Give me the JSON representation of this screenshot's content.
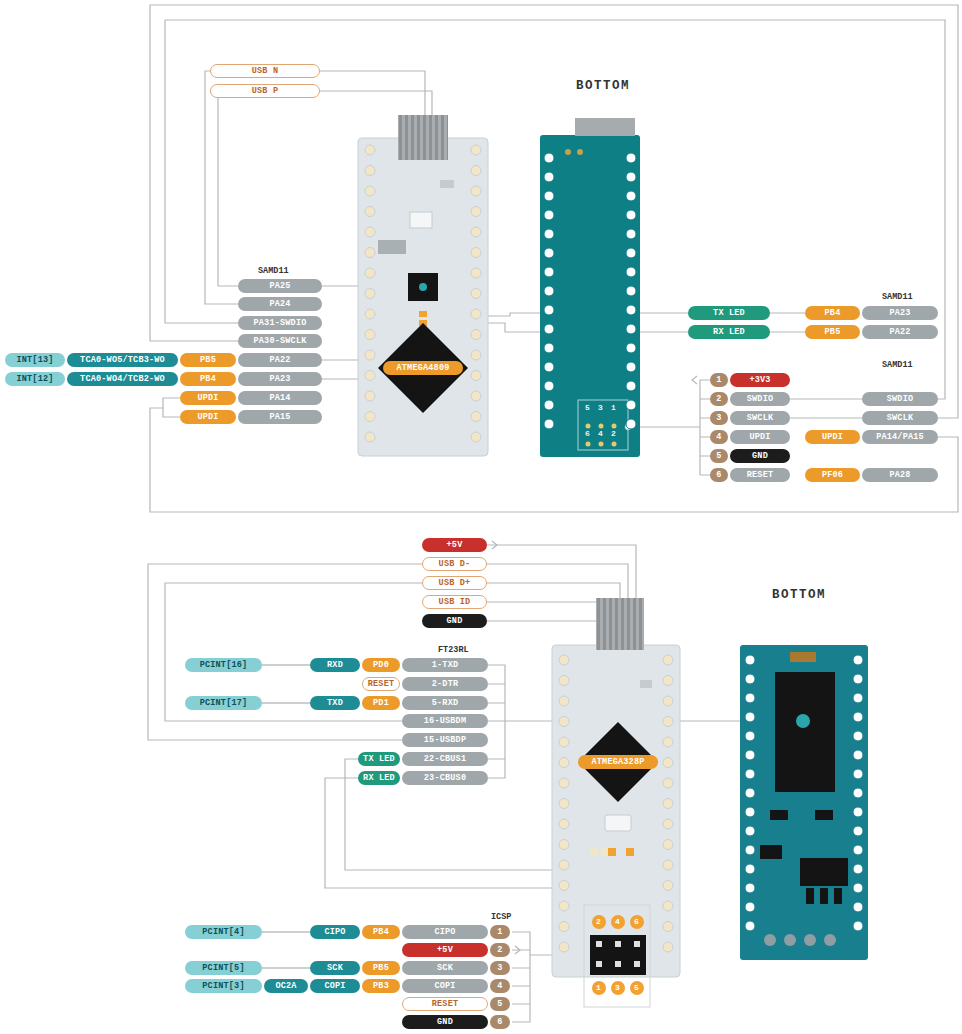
{
  "diagram": {
    "nodes": [
      {
        "text": [
          "USB N"
        ]
      },
      {
        "text": [
          "USB P"
        ]
      },
      {
        "text": [
          "PA25"
        ]
      },
      {
        "text": [
          "PA24"
        ]
      },
      {
        "text": [
          "PA31-SWDIO"
        ]
      },
      {
        "text": [
          "PA30-SWCLK"
        ]
      },
      {
        "text": [
          "INT[13]"
        ]
      },
      {
        "text": [
          "TCA0-WO5/TCB3-WO"
        ]
      },
      {
        "text": [
          "PB5"
        ]
      },
      {
        "text": [
          "PA22"
        ]
      },
      {
        "text": [
          "INT[12]"
        ]
      },
      {
        "text": [
          "TCA0-WO4/TCB2-WO"
        ]
      },
      {
        "text": [
          "PB4"
        ]
      },
      {
        "text": [
          "PA23"
        ]
      },
      {
        "text": [
          "UPDI"
        ]
      },
      {
        "text": [
          "PA14"
        ]
      },
      {
        "text": [
          "UPDI"
        ]
      },
      {
        "text": [
          "PA15"
        ]
      },
      {
        "text": [
          "ATMEGA4809"
        ]
      },
      {
        "text": [
          "TX LED"
        ]
      },
      {
        "text": [
          "PB4"
        ]
      },
      {
        "text": [
          "PA23"
        ]
      },
      {
        "text": [
          "RX LED"
        ]
      },
      {
        "text": [
          "PB5"
        ]
      },
      {
        "text": [
          "PA22"
        ]
      },
      {
        "text": [
          "1"
        ]
      },
      {
        "text": [
          "+3V3"
        ]
      },
      {
        "text": [
          "2"
        ]
      },
      {
        "text": [
          "SWDIO"
        ]
      },
      {
        "text": [
          "SWDIO"
        ]
      },
      {
        "text": [
          "3"
        ]
      },
      {
        "text": [
          "SWCLK"
        ]
      },
      {
        "text": [
          "SWCLK"
        ]
      },
      {
        "text": [
          "4"
        ]
      },
      {
        "text": [
          "UPDI"
        ]
      },
      {
        "text": [
          "UPDI"
        ]
      },
      {
        "text": [
          "PA14/PA15"
        ]
      },
      {
        "text": [
          "5"
        ]
      },
      {
        "text": [
          "GND"
        ]
      },
      {
        "text": [
          "6"
        ]
      },
      {
        "text": [
          "RESET"
        ]
      },
      {
        "text": [
          "PF06"
        ]
      },
      {
        "text": [
          "PA28"
        ]
      },
      {
        "text": [
          "+5V"
        ]
      },
      {
        "text": [
          "USB D-"
        ]
      },
      {
        "text": [
          "USB D+"
        ]
      },
      {
        "text": [
          "USB ID"
        ]
      },
      {
        "text": [
          "GND"
        ]
      },
      {
        "text": [
          "PCINT[16]"
        ]
      },
      {
        "text": [
          "RXD"
        ]
      },
      {
        "text": [
          "PD0"
        ]
      },
      {
        "text": [
          "1-TXD"
        ]
      },
      {
        "text": [
          "RESET"
        ]
      },
      {
        "text": [
          "2-DTR"
        ]
      },
      {
        "text": [
          "PCINT[17]"
        ]
      },
      {
        "text": [
          "TXD"
        ]
      },
      {
        "text": [
          "PD1"
        ]
      },
      {
        "text": [
          "5-RXD"
        ]
      },
      {
        "text": [
          "16-USBDM"
        ]
      },
      {
        "text": [
          "15-USBDP"
        ]
      },
      {
        "text": [
          "TX LED"
        ]
      },
      {
        "text": [
          "22-CBUS1"
        ]
      },
      {
        "text": [
          "RX LED"
        ]
      },
      {
        "text": [
          "23-CBUS0"
        ]
      },
      {
        "text": [
          "ATMEGA328P"
        ]
      },
      {
        "text": [
          "PCINT[4]"
        ]
      },
      {
        "text": [
          "CIPO"
        ]
      },
      {
        "text": [
          "PB4"
        ]
      },
      {
        "text": [
          "CIPO"
        ]
      },
      {
        "text": [
          "1"
        ]
      },
      {
        "text": [
          "+5V"
        ]
      },
      {
        "text": [
          "2"
        ]
      },
      {
        "text": [
          "PCINT[5]"
        ]
      },
      {
        "text": [
          "SCK"
        ]
      },
      {
        "text": [
          "PB5"
        ]
      },
      {
        "text": [
          "SCK"
        ]
      },
      {
        "text": [
          "3"
        ]
      },
      {
        "text": [
          "PCINT[3]"
        ]
      },
      {
        "text": [
          "OC2A"
        ]
      },
      {
        "text": [
          "COPI"
        ]
      },
      {
        "text": [
          "PB3"
        ]
      },
      {
        "text": [
          "COPI"
        ]
      },
      {
        "text": [
          "4"
        ]
      },
      {
        "text": [
          "RESET"
        ]
      },
      {
        "text": [
          "5"
        ]
      },
      {
        "text": [
          "GND"
        ]
      },
      {
        "text": [
          "6"
        ]
      }
    ],
    "edges": [
      {
        "from": 48,
        "to": 49,
        "arrow": "none"
      },
      {
        "from": 54,
        "to": 55,
        "arrow": "none"
      },
      {
        "from": 65,
        "to": 66,
        "arrow": "none"
      },
      {
        "from": 72,
        "to": 73,
        "arrow": "none"
      }
    ],
    "labels": [
      "SAMD11",
      "BOTTOM",
      "SAMD11",
      "SAMD11",
      "5",
      "3",
      "1",
      "6",
      "4",
      "2",
      "FT23RL",
      "BOTTOM",
      "ICSP",
      "2",
      "4",
      "6",
      "1",
      "3",
      "5"
    ]
  }
}
